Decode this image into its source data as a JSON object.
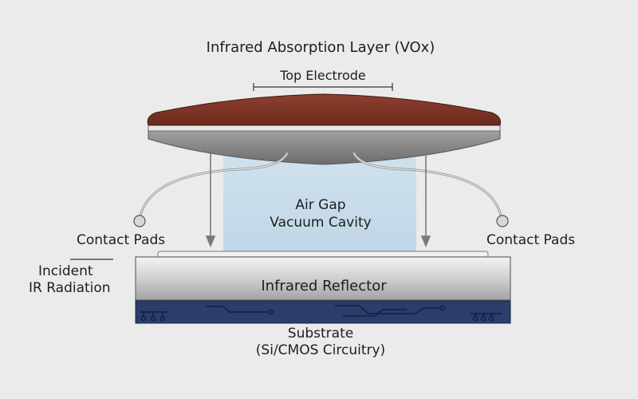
{
  "labels": {
    "absorption_layer": "Infrared Absorption Layer (VOx)",
    "top_electrode": "Top Electrode",
    "air_gap_line1": "Air Gap",
    "air_gap_line2": "Vacuum Cavity",
    "contact_pads_left": "Contact Pads",
    "contact_pads_right": "Contact Pads",
    "incident_line1": "Incident",
    "incident_line2": "IR Radiation",
    "reflector": "Infrared Reflector",
    "substrate_line1": "Substrate",
    "substrate_line2": "(Si/CMOS Circuitry)"
  },
  "colors": {
    "background": "#ebebeb",
    "absorber": "#7a3424",
    "electrode": "#e6e6e6",
    "membrane_underside": "#8e8e8e",
    "cavity": "#c6dced",
    "reflector": "#d4d4d4",
    "substrate": "#2a3d6b",
    "circuit_trace": "#0e1a34",
    "arrow": "#777777"
  }
}
